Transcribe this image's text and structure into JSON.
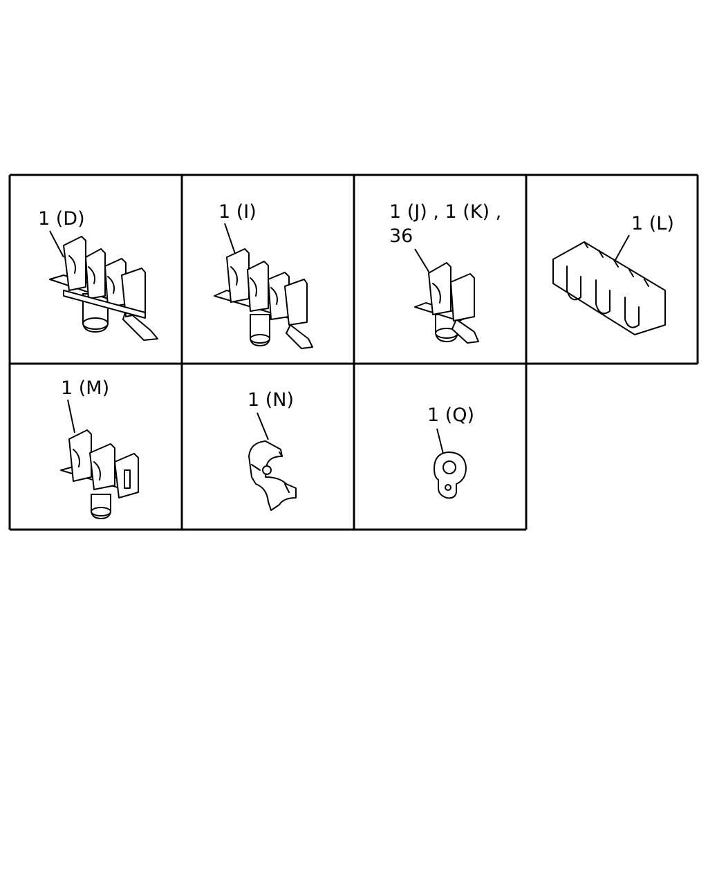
{
  "diagram": {
    "cells": [
      {
        "id": "D",
        "labels": [
          "1 (D)"
        ]
      },
      {
        "id": "I",
        "labels": [
          "1 (I)"
        ]
      },
      {
        "id": "JK36",
        "labels": [
          "1 (J) , 1 (K) ,",
          "36"
        ]
      },
      {
        "id": "L",
        "labels": [
          "1 (L)"
        ]
      },
      {
        "id": "M",
        "labels": [
          "1 (M)"
        ]
      },
      {
        "id": "N",
        "labels": [
          "1 (N)"
        ]
      },
      {
        "id": "Q",
        "labels": [
          "1 (Q)"
        ]
      }
    ],
    "icons": {
      "D": "triple-hose-clamp-icon",
      "I": "triple-hose-clamp-icon",
      "JK36": "single-hose-clamp-icon",
      "L": "wavy-spacer-icon",
      "M": "double-hose-clamp-icon",
      "N": "pipe-clamp-icon",
      "Q": "p-clip-icon"
    }
  }
}
